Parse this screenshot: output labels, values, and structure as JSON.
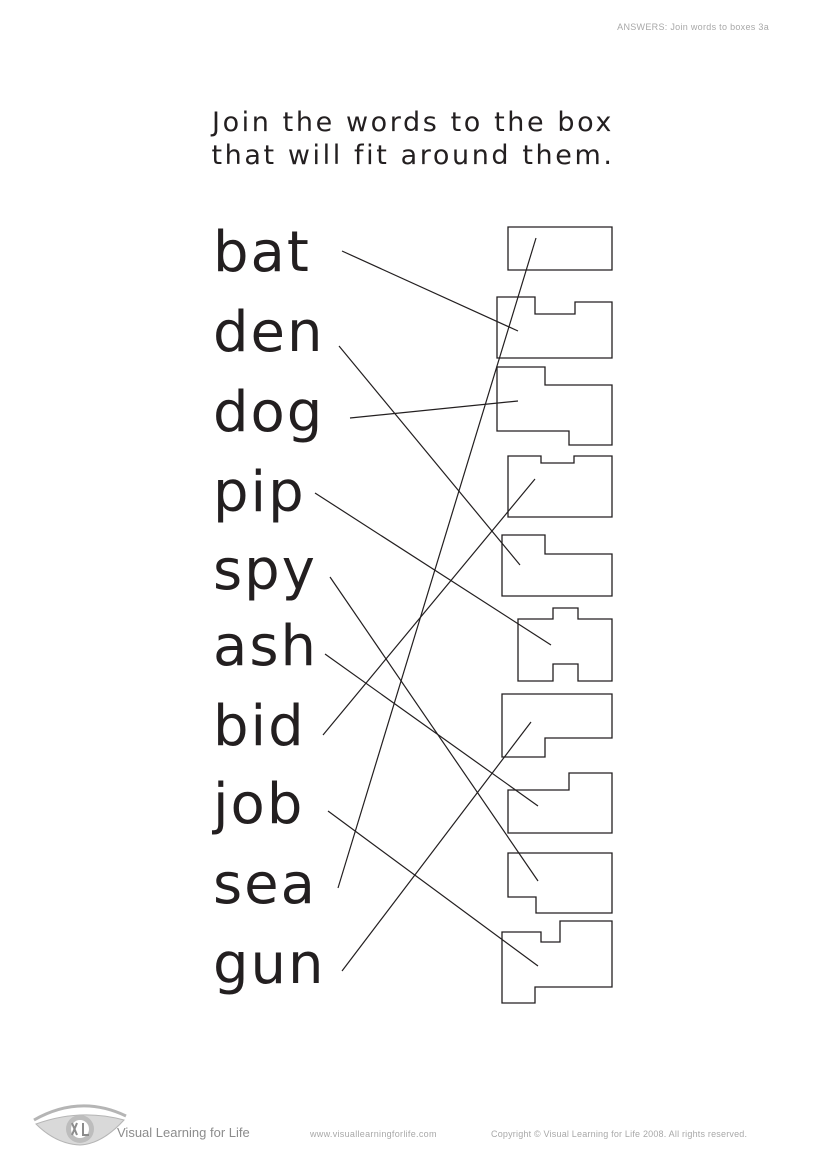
{
  "header": {
    "reference": "ANSWERS:  Join words to boxes 3a"
  },
  "instructions": {
    "line1": "Join the words to the box",
    "line2": "that will fit around them."
  },
  "words": [
    "bat",
    "den",
    "dog",
    "pip",
    "spy",
    "ash",
    "bid",
    "job",
    "sea",
    "gun"
  ],
  "answers": [
    {
      "word": "bat",
      "box": 2
    },
    {
      "word": "den",
      "box": 5
    },
    {
      "word": "dog",
      "box": 3
    },
    {
      "word": "pip",
      "box": 6
    },
    {
      "word": "spy",
      "box": 9
    },
    {
      "word": "ash",
      "box": 8
    },
    {
      "word": "bid",
      "box": 4
    },
    {
      "word": "job",
      "box": 10
    },
    {
      "word": "sea",
      "box": 1
    },
    {
      "word": "gun",
      "box": 7
    }
  ],
  "footer": {
    "brand": "Visual Learning for Life",
    "url": "www.visuallearningforlife.com",
    "copyright": "Copyright © Visual Learning for Life 2008. All rights reserved."
  }
}
